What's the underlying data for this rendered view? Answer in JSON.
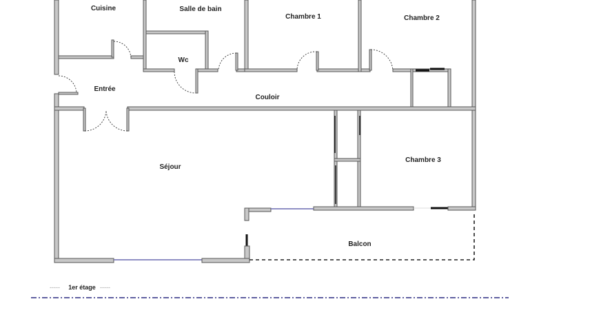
{
  "plan": {
    "rooms": {
      "cuisine": "Cuisine",
      "salle_de_bain": "Salle de bain",
      "chambre1": "Chambre 1",
      "chambre2": "Chambre 2",
      "wc": "Wc",
      "entree": "Entrée",
      "couloir": "Couloir",
      "sejour": "Séjour",
      "chambre3": "Chambre 3",
      "balcon": "Balcon"
    },
    "floor_label": "1er étage",
    "floor_dashes": "-----",
    "colors": {
      "wall": "#c8c8c8",
      "window": "#6a6ab0",
      "section_line": "#2a2a80"
    }
  }
}
